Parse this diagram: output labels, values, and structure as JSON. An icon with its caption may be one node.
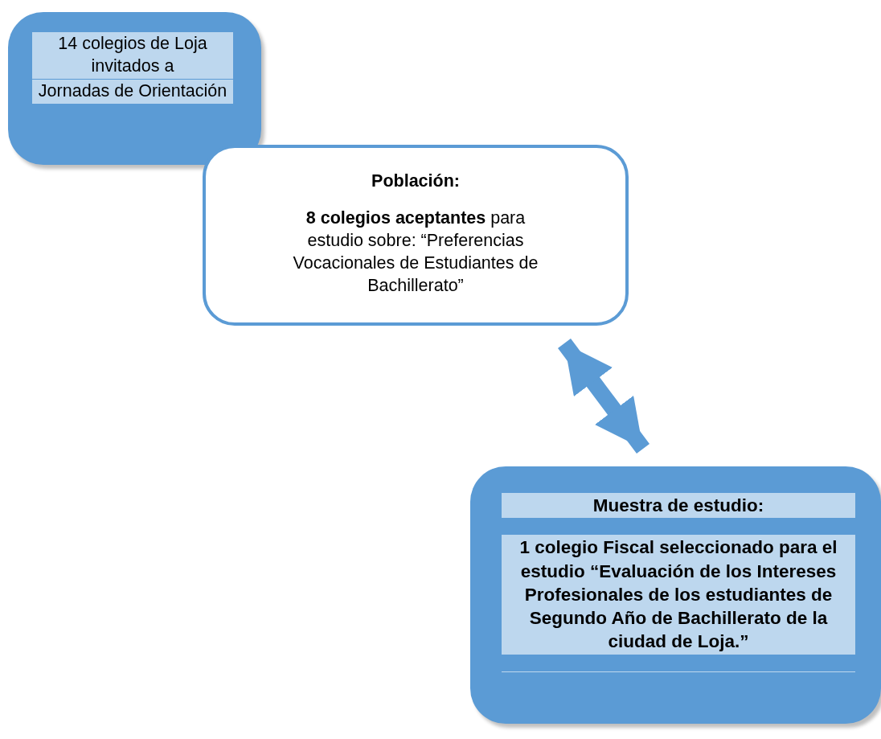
{
  "diagram": {
    "nodes": [
      {
        "text": [
          "14 colegios de Loja invitados a",
          "Jornadas de Orientación"
        ]
      },
      {
        "text": [
          "Población:",
          "**8 colegios aceptantes** para estudio sobre: “Preferencias Vocacionales de Estudiantes de Bachillerato”"
        ]
      },
      {
        "text": [
          "Muestra de estudio:",
          "1 colegio Fiscal seleccionado para el estudio “Evaluación de los Intereses Profesionales de los estudiantes de Segundo Año de Bachillerato de la ciudad de Loja.”"
        ]
      }
    ],
    "edges": [
      {
        "from": 1,
        "to": 2,
        "arrow": "both"
      }
    ]
  }
}
